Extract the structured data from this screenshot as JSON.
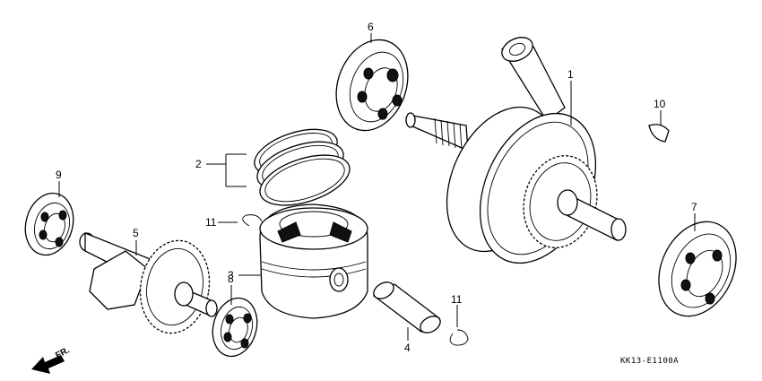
{
  "callouts": [
    {
      "id": "1",
      "text": "1"
    },
    {
      "id": "2",
      "text": "2"
    },
    {
      "id": "3",
      "text": "3"
    },
    {
      "id": "4",
      "text": "4"
    },
    {
      "id": "5",
      "text": "5"
    },
    {
      "id": "6",
      "text": "6"
    },
    {
      "id": "7",
      "text": "7"
    },
    {
      "id": "8",
      "text": "8"
    },
    {
      "id": "9",
      "text": "9"
    },
    {
      "id": "10",
      "text": "10"
    },
    {
      "id": "11a",
      "text": "11"
    },
    {
      "id": "11b",
      "text": "11"
    }
  ],
  "diagram_code": "KK13-E1100A",
  "direction_label": "FR."
}
